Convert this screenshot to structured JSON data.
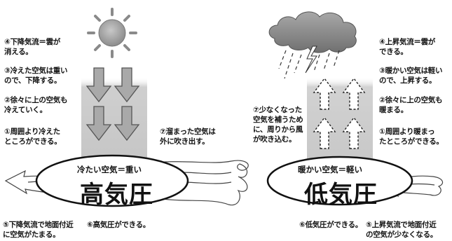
{
  "high": {
    "title": "高気圧",
    "subtitle": "冷たい空気＝重い",
    "steps": [
      "④下降気流＝雲が\n消える。",
      "③冷えた空気は重い\nので、下降する。",
      "②徐々に上の空気も\n冷えていく。",
      "①周囲より冷えた\nところができる。"
    ],
    "bottom_left": "⑤下降気流で地面付近\nに空気がたまる。",
    "bottom_right": "⑥高気圧ができる。"
  },
  "middle": {
    "flow_out": "⑦溜まった空気は\n外に吹き出す。",
    "flow_in": "⑦少なくなった\n空気を補うため\nに、周りから風\nが吹き込む。"
  },
  "low": {
    "title": "低気圧",
    "subtitle": "暖かい空気＝軽い",
    "steps": [
      "④上昇気流＝雲が\nできる。",
      "③暖かい空気は軽い\nので、上昇する。",
      "②徐々に上の空気も\n暖まる。",
      "①周囲より暖まっ\nたところができる。"
    ],
    "bottom_left": "⑥低気圧ができる。",
    "bottom_right": "⑤上昇気流で地面付近\nの空気が少なくなる。"
  },
  "icons": [
    "sun-icon",
    "rain-cloud-icon",
    "lightning-icon"
  ],
  "colors": {
    "column": "#d0d0d0",
    "arrow_fill": "#aaaaaa",
    "sun": "#9a9a9a",
    "cloud": "#8a8a8a"
  }
}
